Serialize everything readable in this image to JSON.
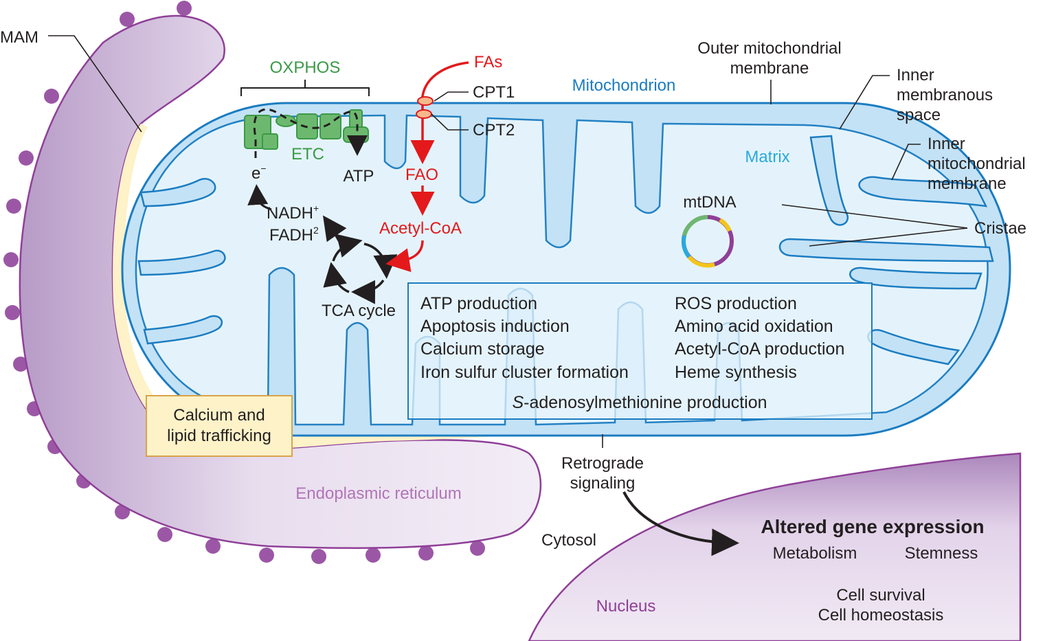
{
  "labels": {
    "mam": "MAM",
    "oxphos": "OXPHOS",
    "etc": "ETC",
    "e_minus": "e",
    "e_minus_sup": "−",
    "atp": "ATP",
    "nadh": "NADH",
    "nadh_sup": "+",
    "fadh": "FADH",
    "fadh_sup": "2",
    "tca": "TCA cycle",
    "fas": "FAs",
    "cpt1": "CPT1",
    "cpt2": "CPT2",
    "fao": "FAO",
    "acetyl_coa": "Acetyl-CoA",
    "mitochondrion": "Mitochondrion",
    "outer_membrane_line1": "Outer mitochondrial",
    "outer_membrane_line2": "membrane",
    "ims_line1": "Inner",
    "ims_line2": "membranous",
    "ims_line3": "space",
    "inner_membrane_line1": "Inner",
    "inner_membrane_line2": "mitochondrial",
    "inner_membrane_line3": "membrane",
    "matrix": "Matrix",
    "mtdna": "mtDNA",
    "cristae": "Cristae",
    "calcium_line1": "Calcium and",
    "calcium_line2": "lipid trafficking",
    "er": "Endoplasmic reticulum",
    "retro_line1": "Retrograde",
    "retro_line2": "signaling",
    "cytosol": "Cytosol",
    "nucleus": "Nucleus",
    "altered": "Altered gene expression",
    "metabolism": "Metabolism",
    "stemness": "Stemness",
    "survival": "Cell survival",
    "homeostasis": "Cell homeostasis"
  },
  "functions": {
    "left": [
      "ATP production",
      "Apoptosis induction",
      "Calcium storage",
      "Iron sulfur cluster formation"
    ],
    "right": [
      "ROS production",
      "Amino acid oxidation",
      "Acetyl-CoA production",
      "Heme synthesis"
    ],
    "sam_italic": "S",
    "sam_rest": "-adenosylmethionine production"
  },
  "colors": {
    "membrane": "#1b7cc1",
    "matrix": "#c6e4f7",
    "er": "#e6d8ec",
    "er_dots": "#9b57a5",
    "oxphos": "#3a9a47",
    "fao": "#e3191c",
    "calcium_box": "#fdf2c8"
  }
}
